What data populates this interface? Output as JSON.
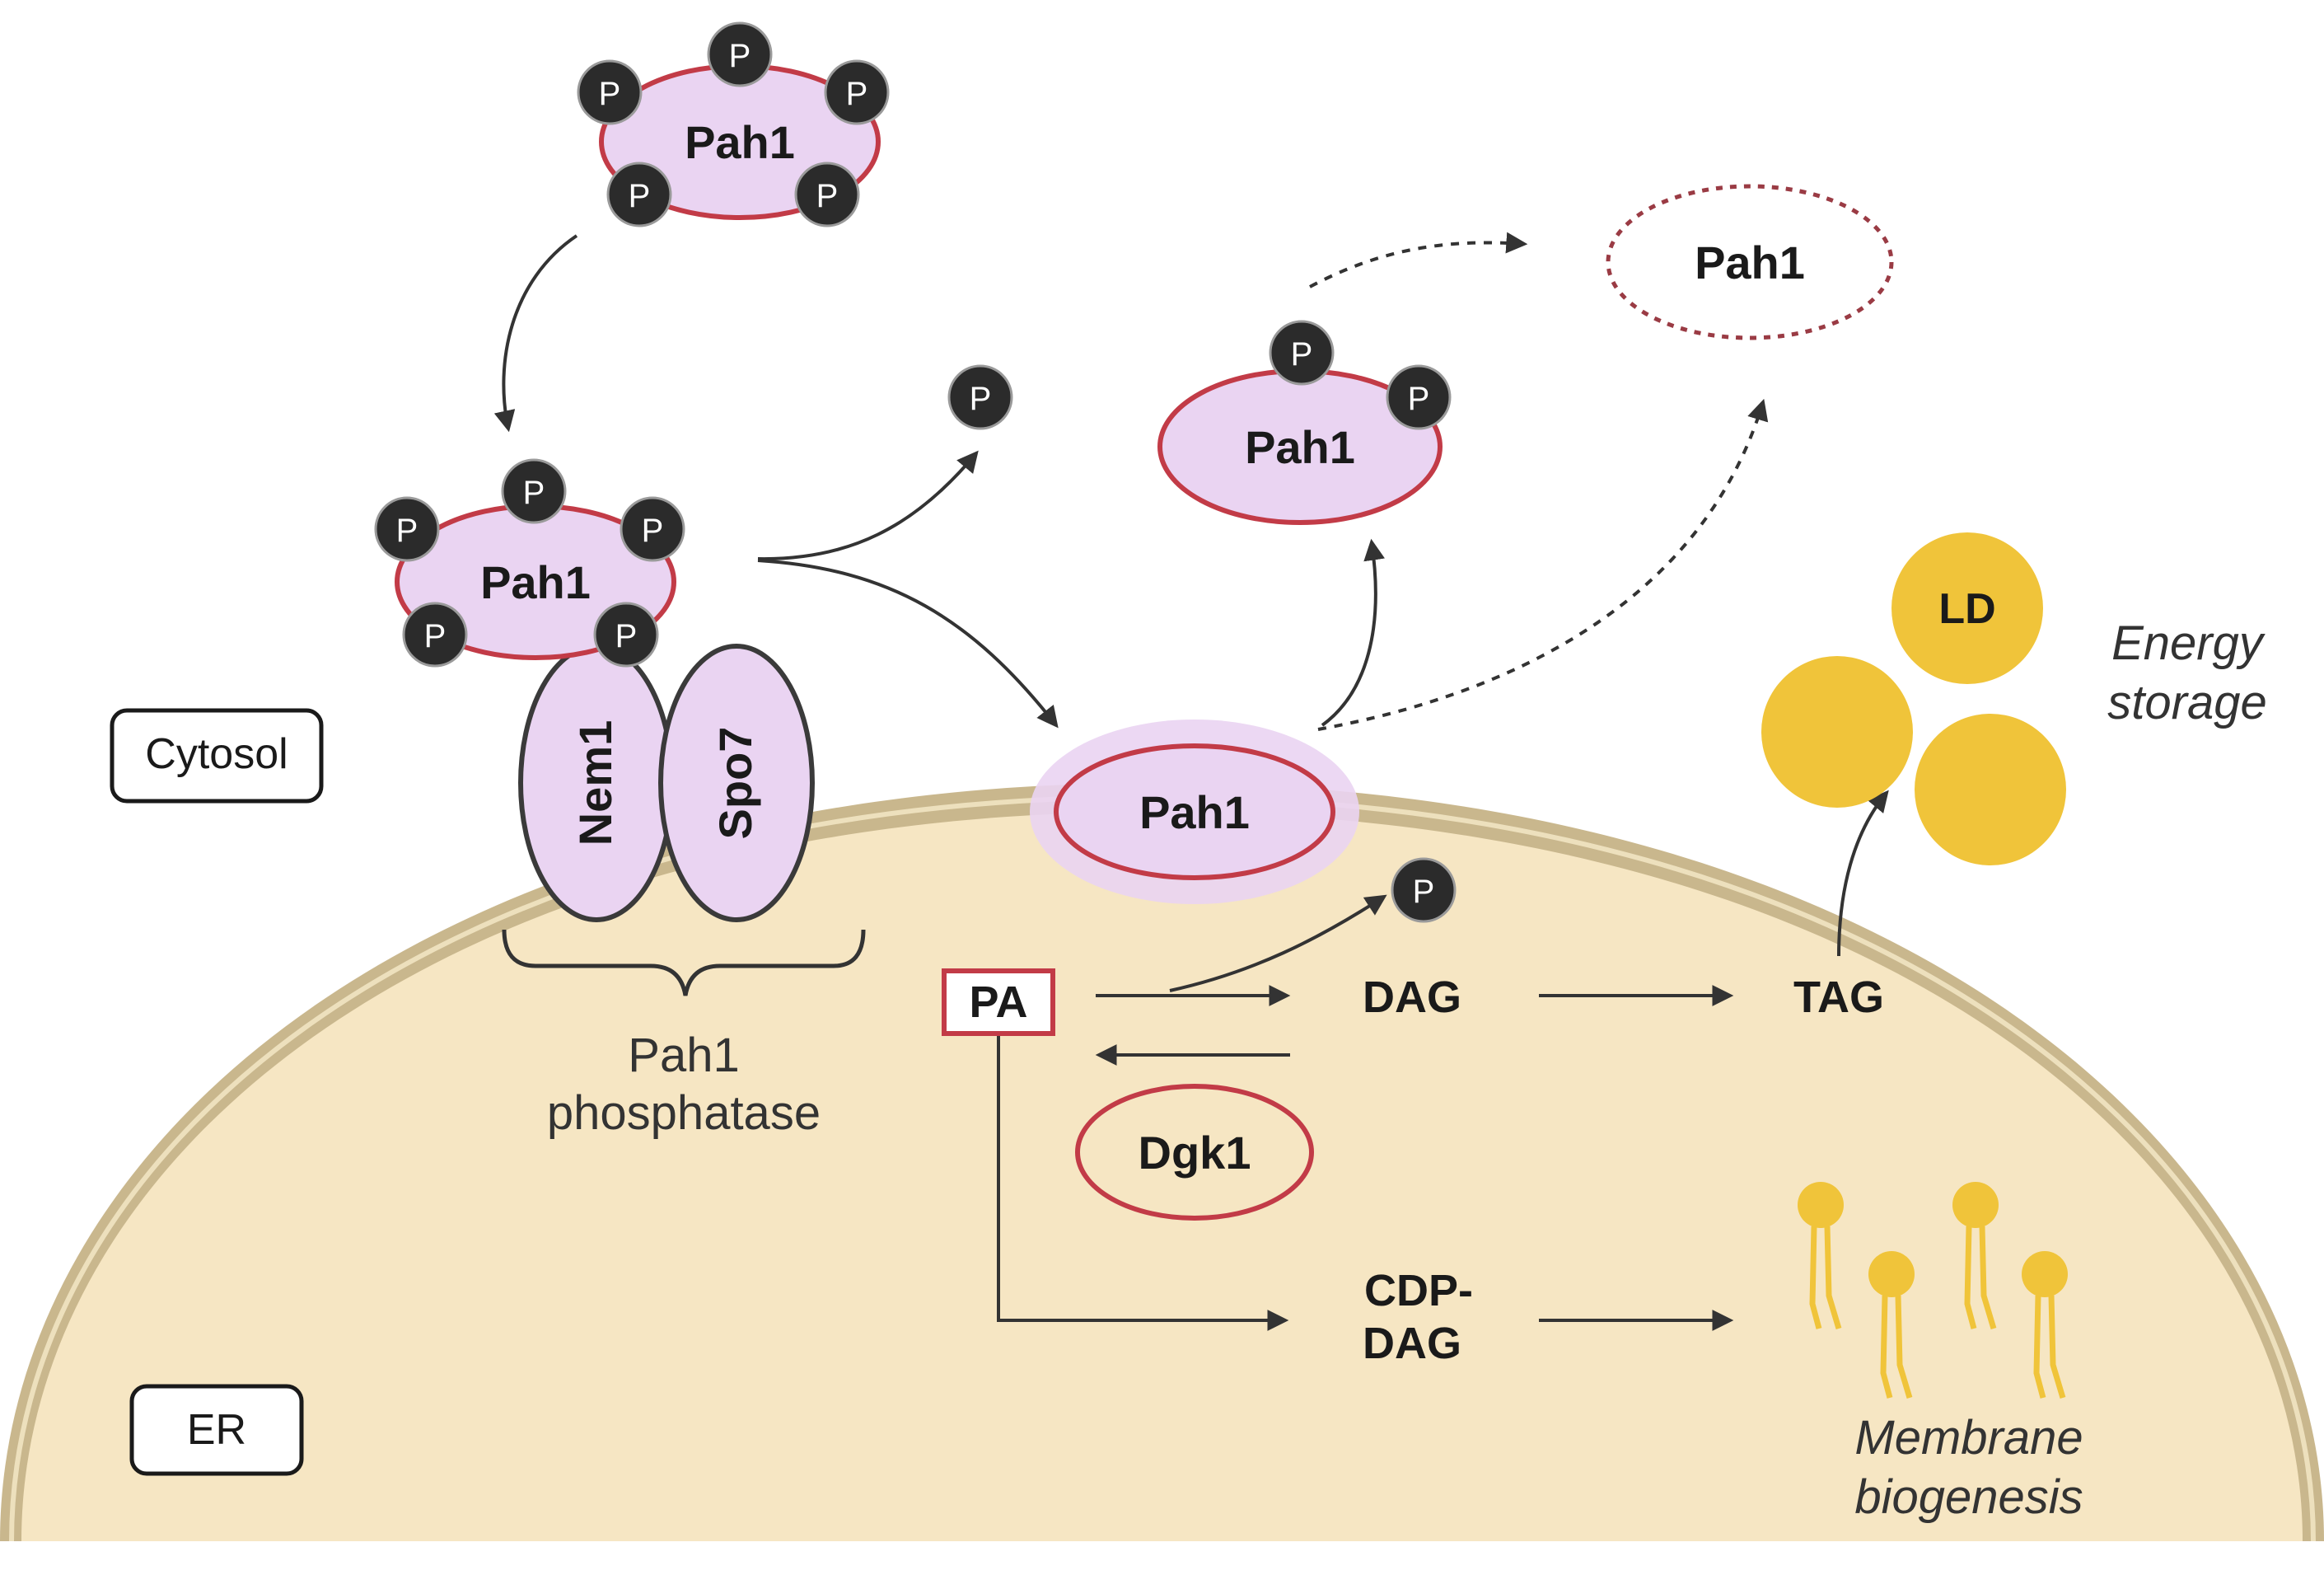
{
  "colors": {
    "background": "#ffffff",
    "er_fill": "#f6e6c3",
    "er_membrane": "#c9b78d",
    "protein_fill": "#ead4f2",
    "protein_stroke": "#c23b47",
    "neutral_stroke": "#3a3a3a",
    "phosphate_fill": "#2b2b2b",
    "lipid_yellow": "#f0c43a",
    "text": "#1a1a1a"
  },
  "compartments": {
    "cytosol": "Cytosol",
    "er": "ER"
  },
  "phosphate_label": "P",
  "proteins": {
    "pah1_free_phospho": "Pah1",
    "pah1_at_complex": "Pah1",
    "pah1_membrane": "Pah1",
    "pah1_rephospho": "Pah1",
    "pah1_degraded": "Pah1",
    "nem1": "Nem1",
    "spo7": "Spo7",
    "dgk1": "Dgk1"
  },
  "complex_label": {
    "line1": "Pah1",
    "line2": "phosphatase"
  },
  "metabolites": {
    "pa": "PA",
    "dag": "DAG",
    "tag": "TAG",
    "cdp_dag_line1": "CDP-",
    "cdp_dag_line2": "DAG",
    "ld": "LD"
  },
  "outcomes": {
    "energy_line1": "Energy",
    "energy_line2": "storage",
    "membrane_line1": "Membrane",
    "membrane_line2": "biogenesis"
  },
  "icons": [
    "phosphate-icon",
    "lipid-droplet-icon",
    "phospholipid-icon",
    "arrow-icon"
  ]
}
